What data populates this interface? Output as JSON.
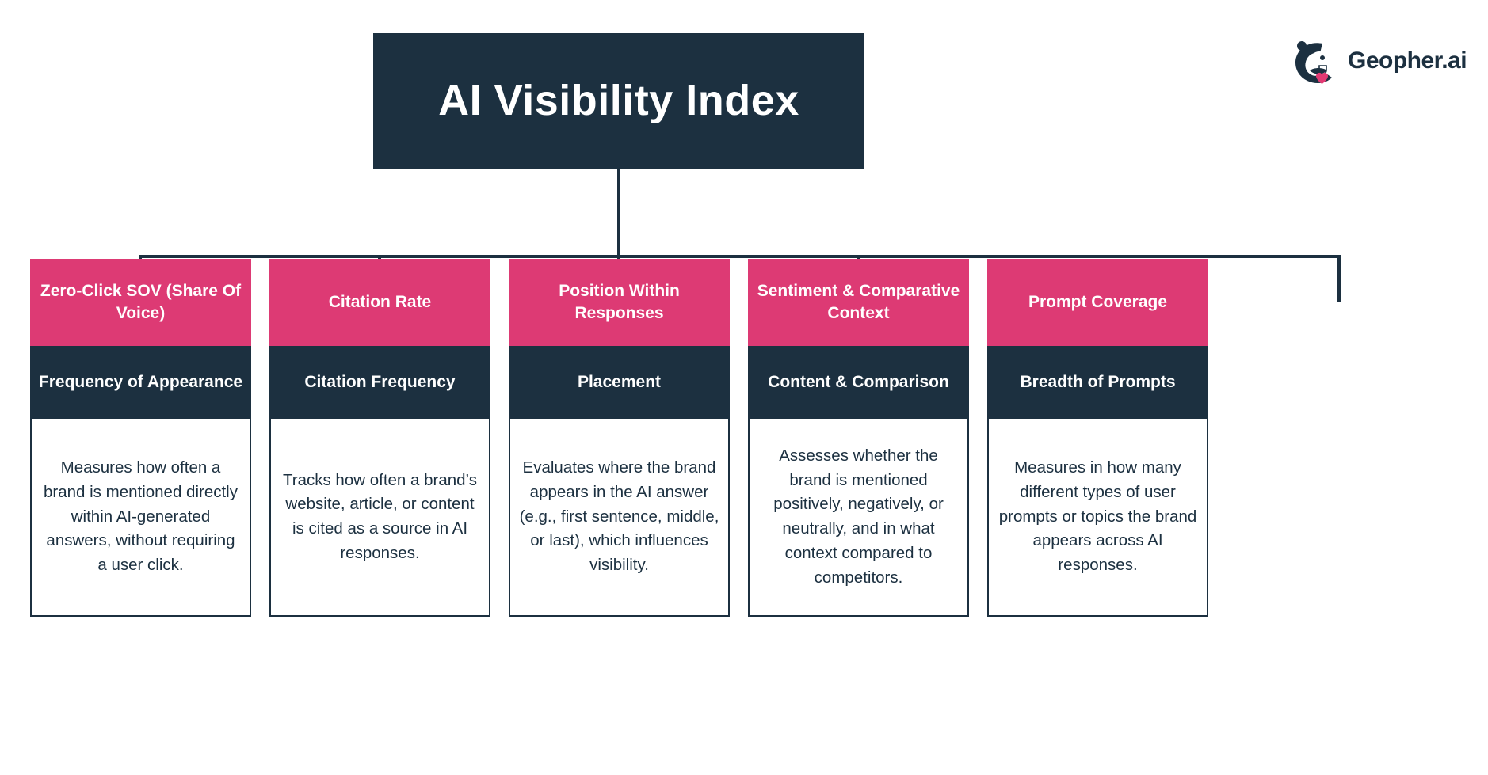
{
  "brand": {
    "logo_text": "Geopher.ai",
    "logo_icon": "gopher-mascot-with-heart-icon",
    "navy": "#1C3040",
    "pink": "#DD3A74"
  },
  "title": {
    "text": "AI Visibility Index"
  },
  "columns": [
    {
      "header": "Zero-Click SOV (Share Of Voice)",
      "subtitle": "Frequency of Appearance",
      "body": "Measures how often a brand is mentioned directly within AI-generated answers, without requiring a user click."
    },
    {
      "header": "Citation Rate",
      "subtitle": "Citation Frequency",
      "body": "Tracks how often a brand’s website, article, or content is cited as a source in AI responses."
    },
    {
      "header": "Position Within Responses",
      "subtitle": "Placement",
      "body": "Evaluates where the brand appears in the AI answer (e.g., first sentence, middle, or last), which influences visibility."
    },
    {
      "header": "Sentiment & Comparative Context",
      "subtitle": "Content & Comparison",
      "body": "Assesses whether the brand is mentioned positively, negatively, or neutrally, and in what context compared to competitors."
    },
    {
      "header": "Prompt Coverage",
      "subtitle": "Breadth of Prompts",
      "body": "Measures in how many different types of user prompts or topics the brand appears across AI responses."
    }
  ]
}
